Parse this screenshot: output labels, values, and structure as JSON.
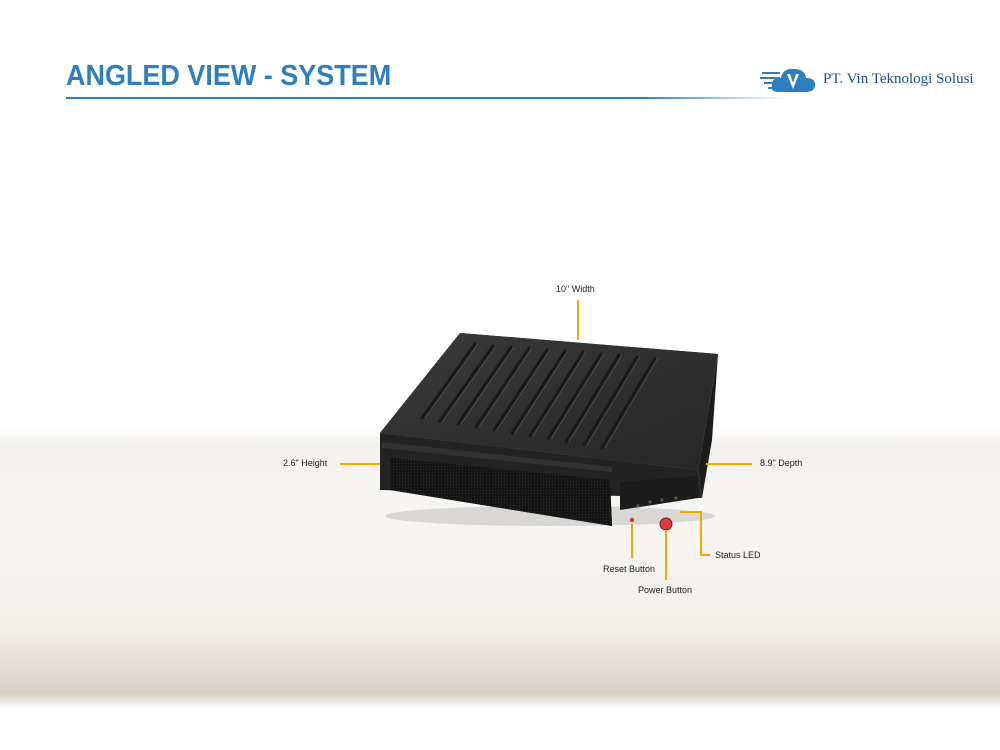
{
  "slide": {
    "title": "ANGLED VIEW - SYSTEM",
    "colors": {
      "title": "#2f7fbf",
      "callout_line": "#f5a800",
      "device": "#2b2b2b",
      "power_button": "#e03a3a"
    }
  },
  "logo": {
    "icon": "cloud-v-logo-icon",
    "company_name": "PT. Vin Teknologi Solusi"
  },
  "callouts": {
    "width": "10\" Width",
    "height": "2.6\" Height",
    "depth": "8.9\" Depth",
    "status_led": "Status LED",
    "reset_button": "Reset Button",
    "power_button": "Power Button"
  }
}
